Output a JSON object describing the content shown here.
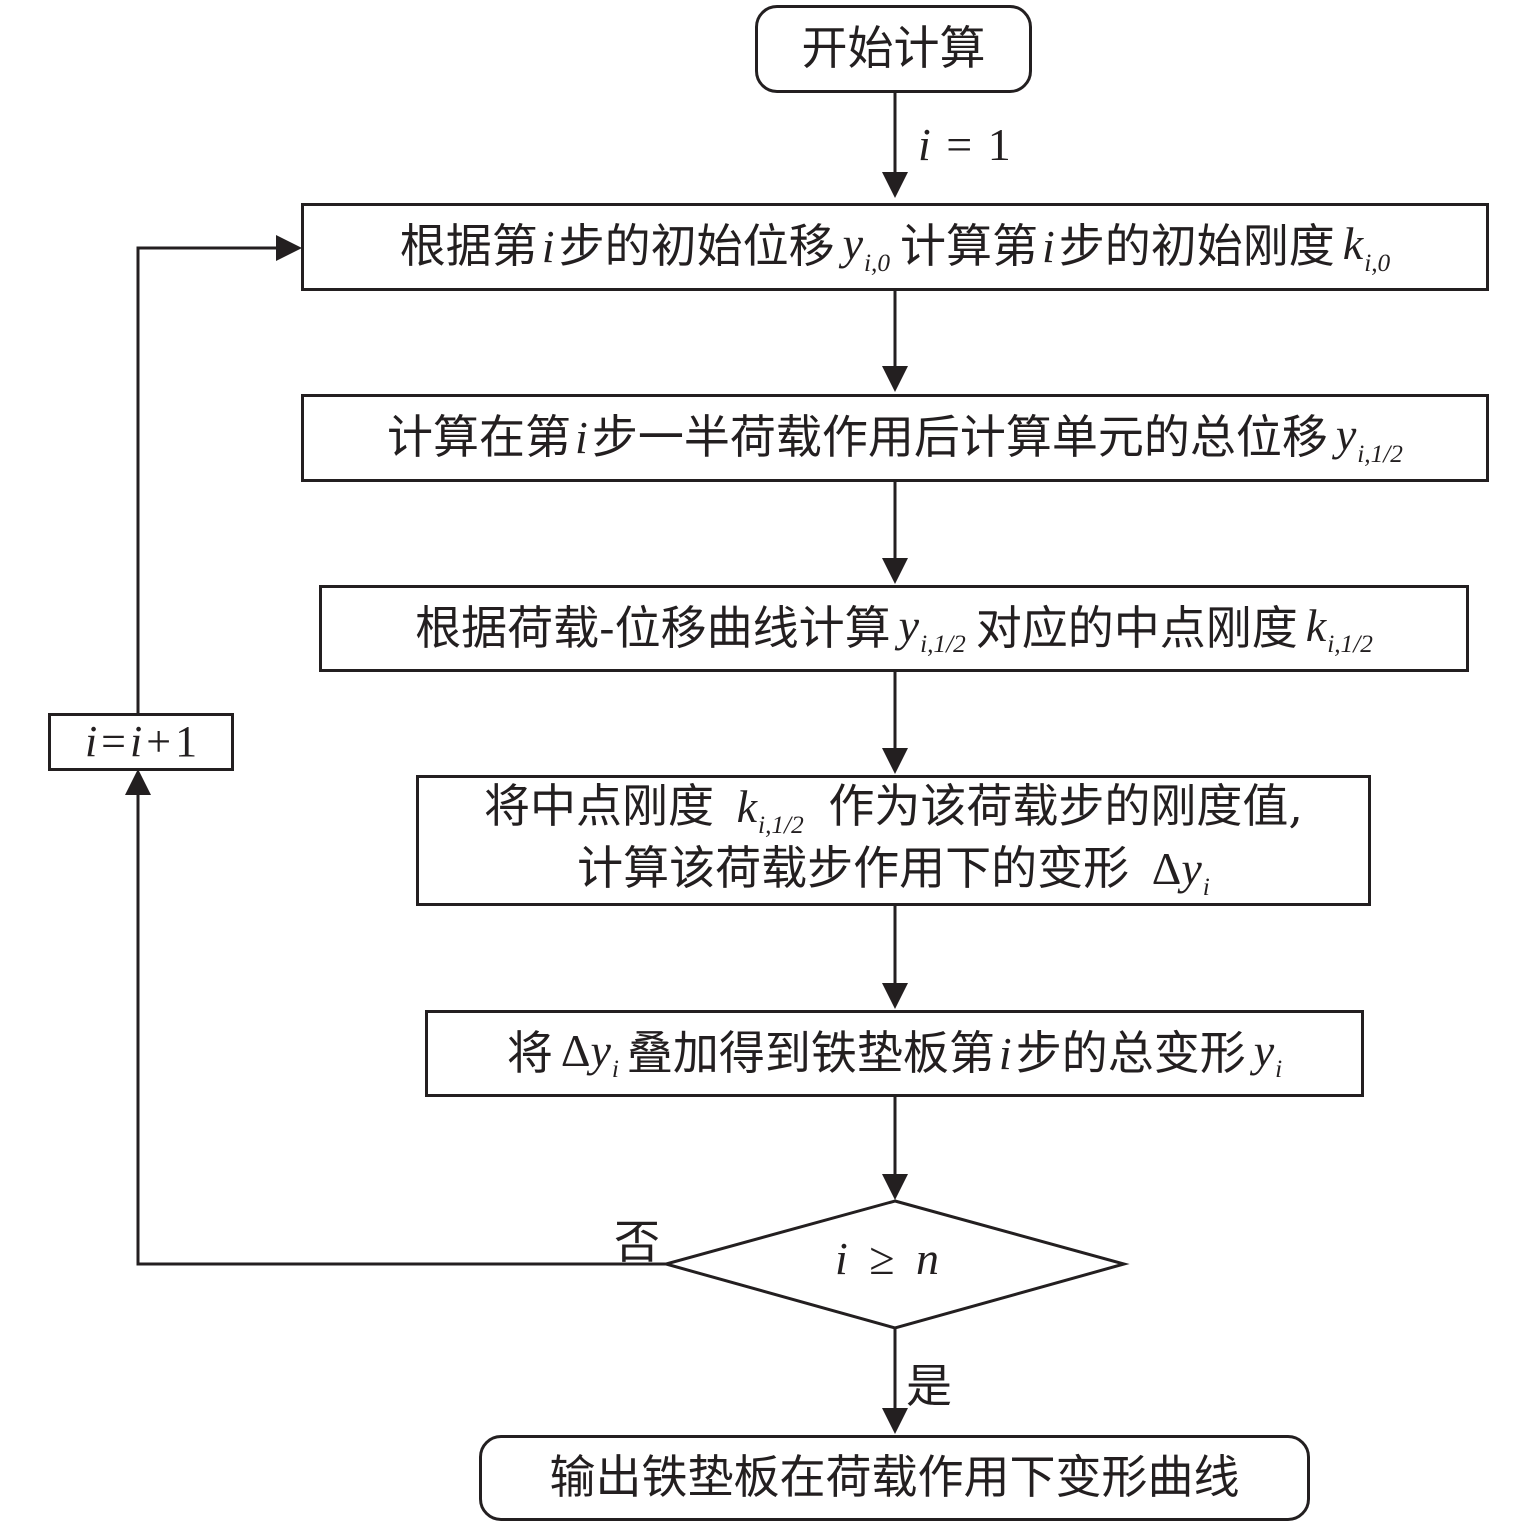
{
  "diagram": {
    "type": "flowchart",
    "stroke_color": "#231f20",
    "background_color": "#ffffff",
    "nodes": {
      "start": {
        "shape": "rounded-rect",
        "text": "开始计算"
      },
      "step1": {
        "shape": "rect",
        "parts": [
          "根据第",
          "i",
          "步的初始位移",
          "y",
          "i,0",
          "计算第",
          "i",
          "步的初始刚度",
          "k",
          "i,0"
        ]
      },
      "step2": {
        "shape": "rect",
        "parts": [
          "计算在第",
          "i",
          "步一半荷载作用后计算单元的总位移",
          "y",
          "i,1/2"
        ]
      },
      "step3": {
        "shape": "rect",
        "parts": [
          "根据荷载-位移曲线计算",
          "y",
          "i,1/2",
          "对应的中点刚度",
          "k",
          "i,1/2"
        ]
      },
      "step4": {
        "shape": "rect",
        "line1": [
          "将中点刚度",
          "k",
          "i,1/2",
          "作为该荷载步的刚度值,"
        ],
        "line2": [
          "计算该荷载步作用下的变形",
          "Δ",
          "y",
          "i"
        ]
      },
      "step5": {
        "shape": "rect",
        "parts": [
          "将",
          "Δ",
          "y",
          "i",
          "叠加得到铁垫板第",
          "i",
          "步的总变形",
          "y",
          "i"
        ]
      },
      "decision": {
        "shape": "diamond",
        "parts": [
          "i",
          "≥",
          "n"
        ]
      },
      "increment": {
        "shape": "rect",
        "parts": [
          "i",
          "=",
          "i",
          "+",
          "1"
        ]
      },
      "end": {
        "shape": "rounded-rect",
        "text": "输出铁垫板在荷载作用下变形曲线"
      }
    },
    "edge_labels": {
      "init": [
        "i",
        "=",
        "1"
      ],
      "no": "否",
      "yes": "是"
    },
    "edges": [
      {
        "from": "start",
        "to": "step1",
        "label": "i = 1"
      },
      {
        "from": "step1",
        "to": "step2"
      },
      {
        "from": "step2",
        "to": "step3"
      },
      {
        "from": "step3",
        "to": "step4"
      },
      {
        "from": "step4",
        "to": "step5"
      },
      {
        "from": "step5",
        "to": "decision"
      },
      {
        "from": "decision",
        "to": "end",
        "label": "是"
      },
      {
        "from": "decision",
        "to": "increment",
        "label": "否"
      },
      {
        "from": "increment",
        "to": "step1"
      }
    ]
  }
}
